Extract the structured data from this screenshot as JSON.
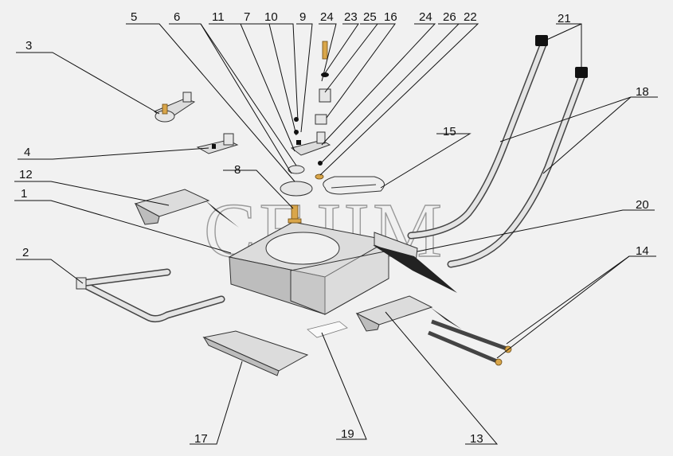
{
  "watermark": "CEJIM",
  "callouts": [
    {
      "id": "c1",
      "text": "1"
    },
    {
      "id": "c2",
      "text": "2"
    },
    {
      "id": "c3",
      "text": "3"
    },
    {
      "id": "c4",
      "text": "4"
    },
    {
      "id": "c5",
      "text": "5"
    },
    {
      "id": "c6",
      "text": "6"
    },
    {
      "id": "c7",
      "text": "7"
    },
    {
      "id": "c8",
      "text": "8"
    },
    {
      "id": "c9",
      "text": "9"
    },
    {
      "id": "c10",
      "text": "10"
    },
    {
      "id": "c11",
      "text": "11"
    },
    {
      "id": "c12",
      "text": "12"
    },
    {
      "id": "c13",
      "text": "13"
    },
    {
      "id": "c14",
      "text": "14"
    },
    {
      "id": "c15",
      "text": "15"
    },
    {
      "id": "c16",
      "text": "16"
    },
    {
      "id": "c17",
      "text": "17"
    },
    {
      "id": "c18",
      "text": "18"
    },
    {
      "id": "c19",
      "text": "19"
    },
    {
      "id": "c20",
      "text": "20"
    },
    {
      "id": "c21",
      "text": "21"
    },
    {
      "id": "c22",
      "text": "22"
    },
    {
      "id": "c23",
      "text": "23"
    },
    {
      "id": "c24a",
      "text": "24"
    },
    {
      "id": "c24b",
      "text": "24"
    },
    {
      "id": "c25",
      "text": "25"
    },
    {
      "id": "c26",
      "text": "26"
    }
  ]
}
